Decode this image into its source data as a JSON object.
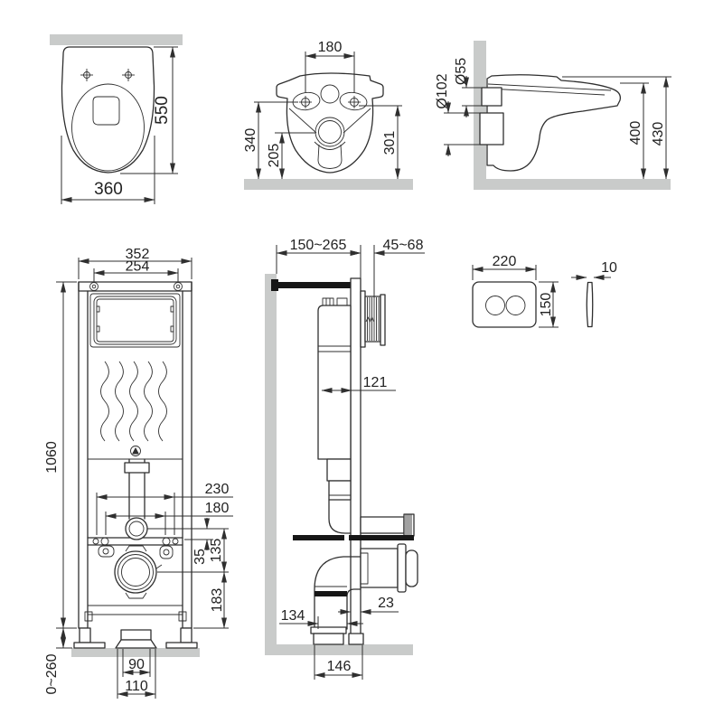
{
  "colors": {
    "line": "#2f2f2f",
    "surface_fill": "#c9cbca",
    "bar_fill": "#161616",
    "background": "#ffffff"
  },
  "views": {
    "toilet_top": {
      "depth": "550",
      "width": "360"
    },
    "toilet_back": {
      "hole_spacing": "180",
      "flush_height": "340",
      "outlet_height": "205",
      "stud_height": "301"
    },
    "toilet_side": {
      "flush_diameter": "Ø55",
      "outlet_diameter": "Ø102",
      "rim_height": "400",
      "overall_height": "430"
    },
    "frame_front": {
      "frame_width": "352",
      "panel_width": "254",
      "frame_height": "1060",
      "outer_hole_spacing": "230",
      "stud_spacing": "180",
      "offset_small": "35",
      "offset_mid": "135",
      "offset_low": "183",
      "foot_adjust": "0~260",
      "outlet_width": "90",
      "outlet_base_width": "110"
    },
    "frame_side": {
      "install_depth": "150~265",
      "wall_pass_depth": "45~68",
      "tank_depth": "121",
      "profile_depth": "23",
      "elbow_offset": "134",
      "base_depth": "146"
    },
    "flush_plate": {
      "plate_width": "220",
      "plate_height": "150",
      "plate_thickness": "10"
    }
  }
}
